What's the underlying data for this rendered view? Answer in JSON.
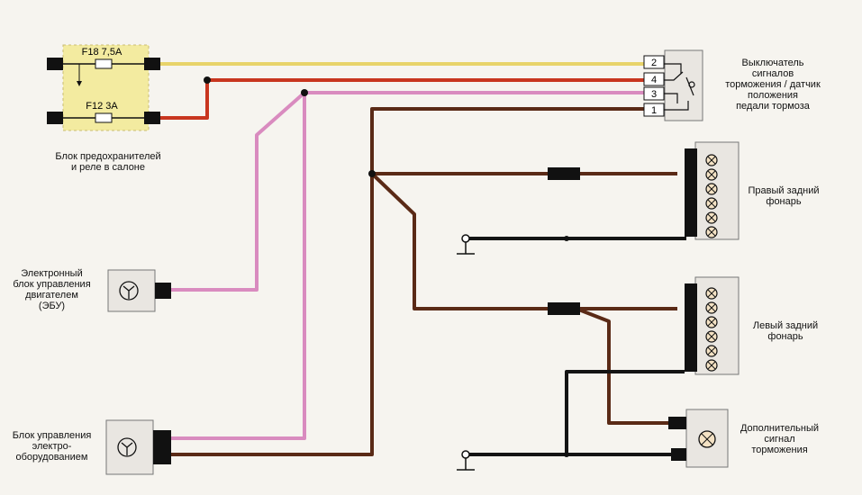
{
  "fuse_box": {
    "fuse_top": "F18 7,5A",
    "fuse_bottom": "F12 3A",
    "label_line1": "Блок предохранителей",
    "label_line2": "и реле в салоне"
  },
  "switch": {
    "pins": [
      "2",
      "4",
      "3",
      "1"
    ],
    "label_lines": [
      "Выключатель",
      "сигналов",
      "торможения / датчик",
      "положения",
      "педали тормоза"
    ]
  },
  "right_lamp": {
    "label_lines": [
      "Правый задний",
      "фонарь"
    ]
  },
  "left_lamp": {
    "label_lines": [
      "Левый задний",
      "фонарь"
    ]
  },
  "extra_lamp": {
    "label_lines": [
      "Дополнительный",
      "сигнал",
      "торможения"
    ]
  },
  "ecu": {
    "label_lines": [
      "Электронный",
      "блок управления",
      "двигателем",
      "(ЭБУ)"
    ]
  },
  "bcm": {
    "label_lines": [
      "Блок управления",
      "электро-",
      "оборудованием"
    ]
  },
  "colors": {
    "wire_yellow": "#e8d36a",
    "wire_red": "#c8361f",
    "wire_pink": "#d98bbf",
    "wire_brown": "#5a2a16",
    "wire_black": "#141414",
    "component_fill": "#e9e6e1",
    "fuse_box_fill": "#f3eba0"
  }
}
